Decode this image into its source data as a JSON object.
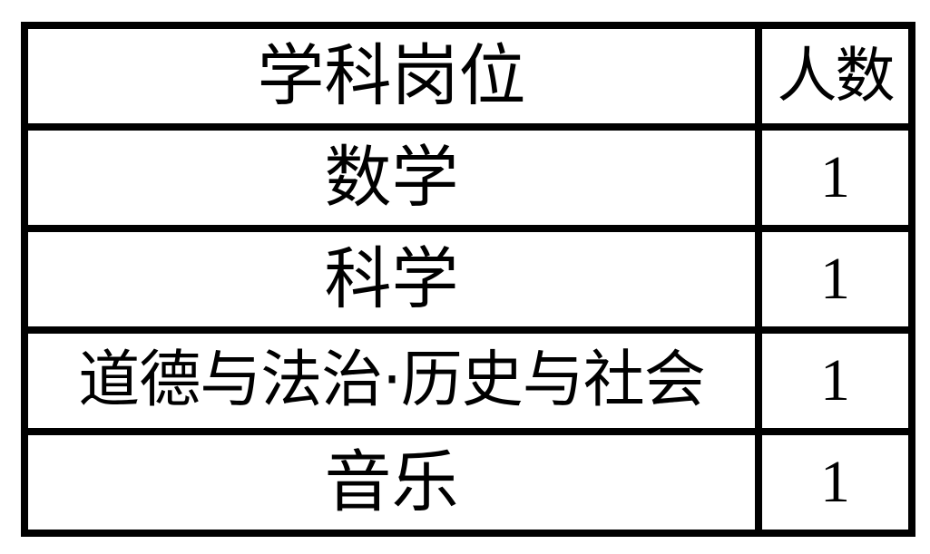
{
  "table": {
    "headers": {
      "subject": "学科岗位",
      "count": "人数"
    },
    "rows": [
      {
        "subject": "数学",
        "count": "1"
      },
      {
        "subject": "科学",
        "count": "1"
      },
      {
        "subject": "道德与法治·历史与社会",
        "count": "1"
      },
      {
        "subject": "音乐",
        "count": "1"
      }
    ]
  }
}
